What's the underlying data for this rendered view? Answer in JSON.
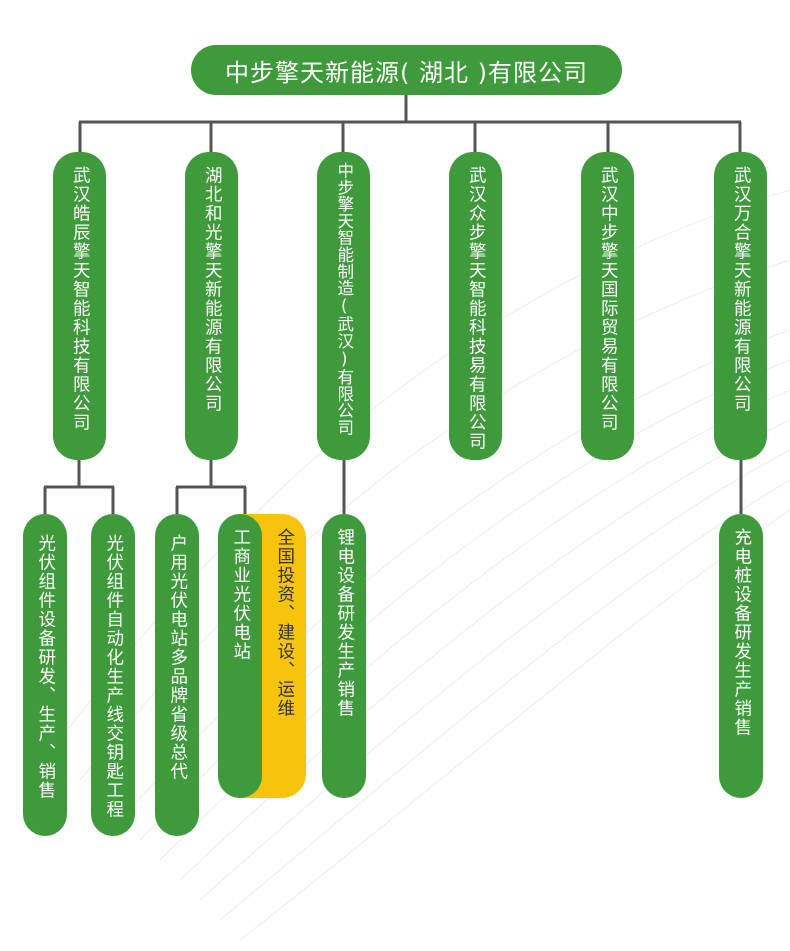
{
  "root": {
    "label": "中步擎天新能源( 湖北 )有限公司"
  },
  "companies": [
    {
      "label": "武汉皓辰擎天智能科技有限公司"
    },
    {
      "label": "湖北和光擎天新能源有限公司"
    },
    {
      "label": "中步擎天智能制造(武汉)有限公司"
    },
    {
      "label": "武汉众步擎天智能科技易有限公司"
    },
    {
      "label": "武汉中步擎天国际贸易有限公司"
    },
    {
      "label": "武汉万合擎天新能源有限公司"
    }
  ],
  "businesses": [
    {
      "label": "光伏组件设备研发、生产、销售"
    },
    {
      "label": "光伏组件自动化生产线交钥匙工程"
    },
    {
      "label": "户用光伏电站多品牌省级总代"
    },
    {
      "label": "工商业光伏电站"
    },
    {
      "label": "全国投资、建设、运维"
    },
    {
      "label": "锂电设备研发生产销售"
    },
    {
      "label": "充电桩设备研发生产销售"
    }
  ],
  "colors": {
    "primary_green": "#3f9a3c",
    "accent_yellow": "#f6c40a",
    "connector": "#555555"
  }
}
